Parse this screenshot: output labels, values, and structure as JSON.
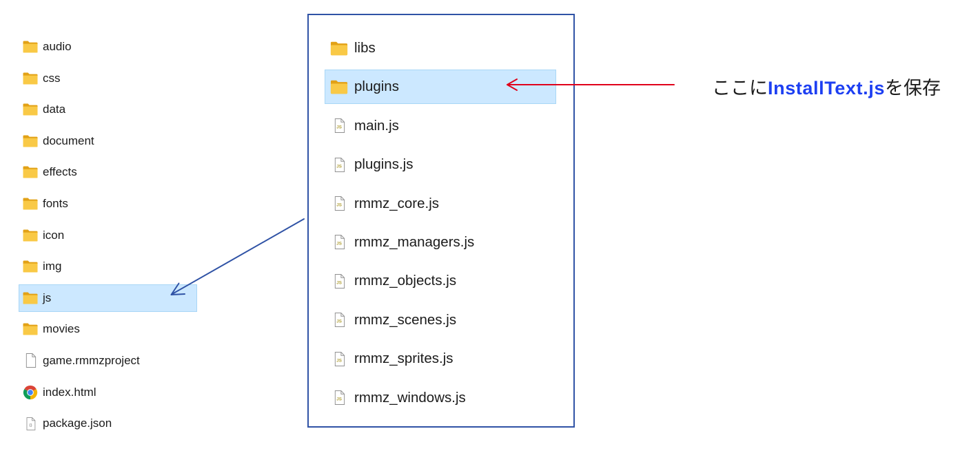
{
  "left_panel": {
    "items": [
      {
        "label": "audio",
        "icon": "folder-icon"
      },
      {
        "label": "css",
        "icon": "folder-icon"
      },
      {
        "label": "data",
        "icon": "folder-icon"
      },
      {
        "label": "document",
        "icon": "folder-icon"
      },
      {
        "label": "effects",
        "icon": "folder-icon"
      },
      {
        "label": "fonts",
        "icon": "folder-icon"
      },
      {
        "label": "icon",
        "icon": "folder-icon"
      },
      {
        "label": "img",
        "icon": "folder-icon"
      },
      {
        "label": "js",
        "icon": "folder-icon",
        "selected": true
      },
      {
        "label": "movies",
        "icon": "folder-icon"
      },
      {
        "label": "game.rmmzproject",
        "icon": "file-icon"
      },
      {
        "label": "index.html",
        "icon": "chrome-icon"
      },
      {
        "label": "package.json",
        "icon": "json-file-icon"
      }
    ]
  },
  "js_panel": {
    "items": [
      {
        "label": "libs",
        "icon": "folder-icon"
      },
      {
        "label": "plugins",
        "icon": "folder-icon",
        "selected": true
      },
      {
        "label": "main.js",
        "icon": "js-file-icon"
      },
      {
        "label": "plugins.js",
        "icon": "js-file-icon"
      },
      {
        "label": "rmmz_core.js",
        "icon": "js-file-icon"
      },
      {
        "label": "rmmz_managers.js",
        "icon": "js-file-icon"
      },
      {
        "label": "rmmz_objects.js",
        "icon": "js-file-icon"
      },
      {
        "label": "rmmz_scenes.js",
        "icon": "js-file-icon"
      },
      {
        "label": "rmmz_sprites.js",
        "icon": "js-file-icon"
      },
      {
        "label": "rmmz_windows.js",
        "icon": "js-file-icon"
      }
    ]
  },
  "annotation": {
    "prefix": "ここに",
    "filename": "InstallText.js",
    "suffix": "を保存"
  },
  "icon_glyphs": {
    "js": "JS",
    "json": "{}"
  },
  "colors": {
    "selection_bg": "#cce8ff",
    "selection_border": "#a8d6f6",
    "panel_border": "#2f52a5",
    "pointer_arrow": "#e0001a",
    "link_arrow": "#2f52a5",
    "filename_highlight": "#1d3ff2",
    "folder_front": "#f9c946",
    "folder_back": "#e2a116"
  }
}
